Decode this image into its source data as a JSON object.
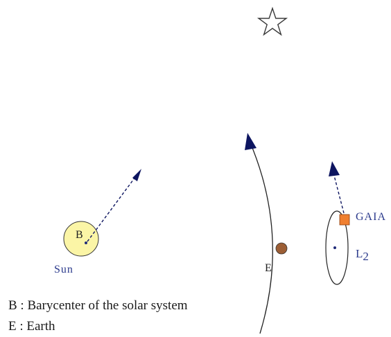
{
  "labels": {
    "barycenter": "B",
    "sun": "Sun",
    "earth": "E",
    "gaia": "GAIA",
    "l2_main": "L",
    "l2_sub": "2"
  },
  "legend": [
    {
      "text": "B : Barycenter of the solar system"
    },
    {
      "text": "E : Earth"
    }
  ],
  "colors": {
    "sun_fill": "#fbf5a6",
    "earth_fill": "#9c5e35",
    "gaia_fill": "#f07f30",
    "arrow": "#0d1560",
    "line": "#222222"
  },
  "icons": {
    "star": "star-outline-icon"
  }
}
